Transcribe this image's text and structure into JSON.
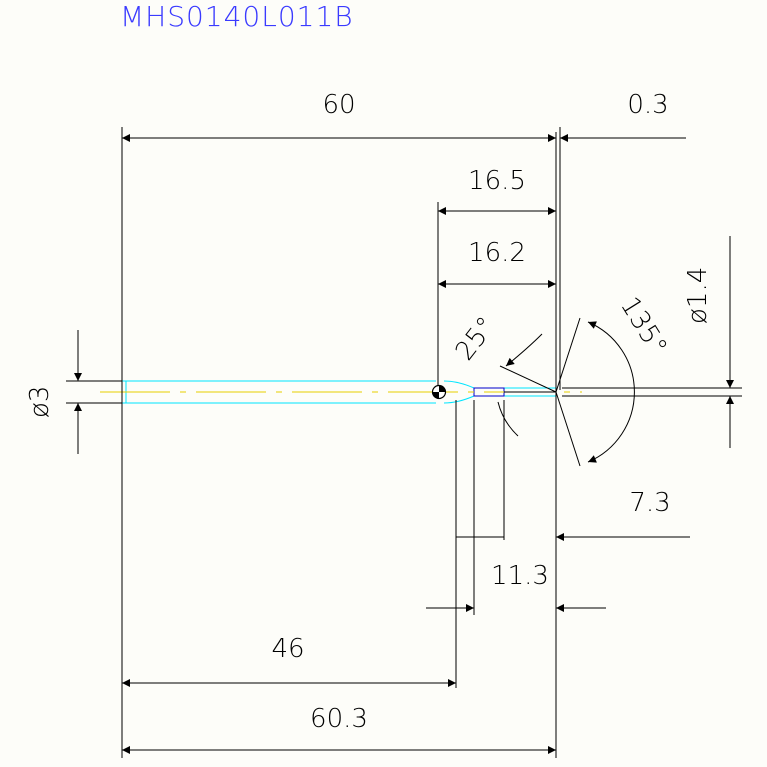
{
  "drawing": {
    "part_number": "MHS0140L011B",
    "dimensions": {
      "overall_60": "60",
      "offset_0_3": "0.3",
      "len_16_5": "16.5",
      "len_16_2": "16.2",
      "angle_25": "25°",
      "angle_135": "135°",
      "dia_1_4": "ø1.4",
      "dia_3": "ø3",
      "len_7_3": "7.3",
      "len_11_3": "11.3",
      "len_46": "46",
      "overall_60_3": "60.3"
    }
  },
  "colors": {
    "background": "#fdfdf9",
    "dimension": "#000000",
    "title": "#3a3aff",
    "outline": "#00e5ff",
    "centerline": "#e8d000",
    "edge": "#ff2020",
    "detail": "#0000cc"
  }
}
